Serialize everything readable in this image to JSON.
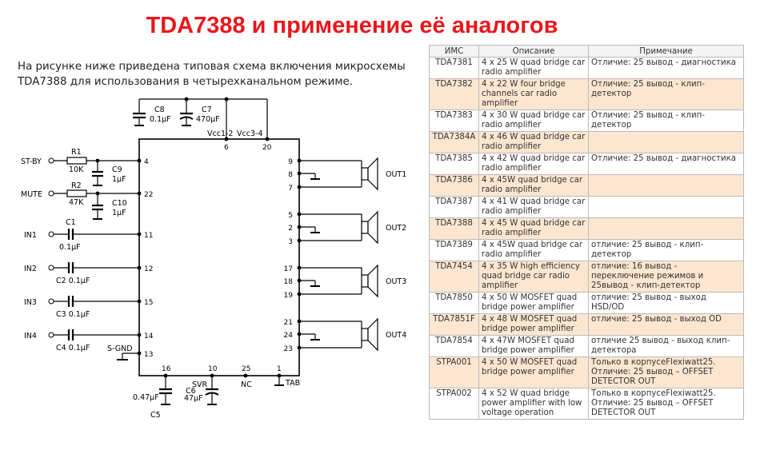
{
  "title": "TDA7388 и применение её аналогов",
  "intro": "На рисунке ниже приведена типовая схема включения микросхемы TDA7388 для использования в четырехканальном режиме.",
  "schematic": {
    "inputs": [
      {
        "label": "ST-BY",
        "pin": "4",
        "r_name": "R1",
        "r_val": "10K",
        "c_name": "C9",
        "c_val": "1µF"
      },
      {
        "label": "MUTE",
        "pin": "22",
        "r_name": "R2",
        "r_val": "47K",
        "c_name": "C10",
        "c_val": "1µF"
      },
      {
        "label": "IN1",
        "pin": "11",
        "c_name": "C1",
        "c_val": "0.1µF"
      },
      {
        "label": "IN2",
        "pin": "12",
        "c_text": "C2 0.1µF"
      },
      {
        "label": "IN3",
        "pin": "15",
        "c_text": "C3 0.1µF"
      },
      {
        "label": "IN4",
        "pin": "14",
        "c_text": "C4 0.1µF"
      }
    ],
    "sgnd": {
      "label": "S-GND",
      "pin": "13"
    },
    "top_caps": [
      {
        "name": "C8",
        "value": "0.1µF"
      },
      {
        "name": "C7",
        "value": "470µF"
      }
    ],
    "vcc": [
      {
        "label": "Vcc1-2",
        "pin": "6"
      },
      {
        "label": "Vcc3-4",
        "pin": "20"
      }
    ],
    "outputs": [
      {
        "label": "OUT1",
        "pins": [
          "9",
          "8",
          "7"
        ]
      },
      {
        "label": "OUT2",
        "pins": [
          "5",
          "2",
          "3"
        ]
      },
      {
        "label": "OUT3",
        "pins": [
          "17",
          "18",
          "19"
        ]
      },
      {
        "label": "OUT4",
        "pins": [
          "21",
          "24",
          "23"
        ]
      }
    ],
    "bottom": {
      "pin16": "16",
      "c5_name": "C5",
      "c5_val": "0.47µF",
      "pin10": "10",
      "svr": "SVR",
      "c6_name": "C6",
      "c6_val": "47µF",
      "pin25": "25",
      "nc": "NC",
      "pin1": "1",
      "tab": "TAB"
    }
  },
  "table": {
    "headers": [
      "ИМС",
      "Описание",
      "Примечание"
    ],
    "rows": [
      [
        "TDA7381",
        "4 x 25 W quad bridge car radio amplifier",
        "Отличие: 25 вывод - диагностика"
      ],
      [
        "TDA7382",
        "4 x 22 W four bridge channels car radio amplifier",
        "Отличие: 25 вывод - клип-детектор"
      ],
      [
        "TDA7383",
        "4 x 30 W quad bridge car radio amplifier",
        "Отличие: 25 вывод - клип-детектор"
      ],
      [
        "TDA7384A",
        "4 x 46 W quad bridge car radio amplifier",
        ""
      ],
      [
        "TDA7385",
        "4 x 42 W quad bridge car radio amplifier",
        "Отличие: 25 вывод - диагностика"
      ],
      [
        "TDA7386",
        "4 x 45W quad bridge car radio amplifier",
        ""
      ],
      [
        "TDA7387",
        "4 x 41 W quad bridge car radio amplifier",
        ""
      ],
      [
        "TDA7388",
        "4 x 45 W quad bridge car radio amplifier",
        ""
      ],
      [
        "TDA7389",
        "4 x 45W quad bridge car radio amplifier",
        "отличие: 25 вывод - клип-детектор"
      ],
      [
        "TDA7454",
        "4 x 35 W high efficiency quad bridge car radio amplifier",
        "отличие: 16 вывод - переключение режимов и 25вывод - клип-детектор"
      ],
      [
        "TDA7850",
        "4 x 50 W MOSFET quad bridge power amplifier",
        "отличие: 25 вывод - выход HSD/OD"
      ],
      [
        "TDA7851F",
        "4 x 48 W MOSFET quad bridge power amplifier",
        "отличие: 25 вывод - выход OD"
      ],
      [
        "TDA7854",
        "4 x 47W MOSFET quad bridge power amplifier",
        "отличие 25 вывод - выход клип-детектора"
      ],
      [
        "STPA001",
        "4 x 50 W MOSFET quad bridge power amplifier",
        "Только в корпусеFlexiwatt25. Отличие: 25 вывод – OFFSET DETECTOR OUT"
      ],
      [
        "STPA002",
        "4 x 52 W quad bridge power amplifier with low voltage operation",
        "Только в корпусеFlexiwatt25. Отличие: 25 вывод – OFFSET DETECTOR OUT"
      ]
    ]
  }
}
